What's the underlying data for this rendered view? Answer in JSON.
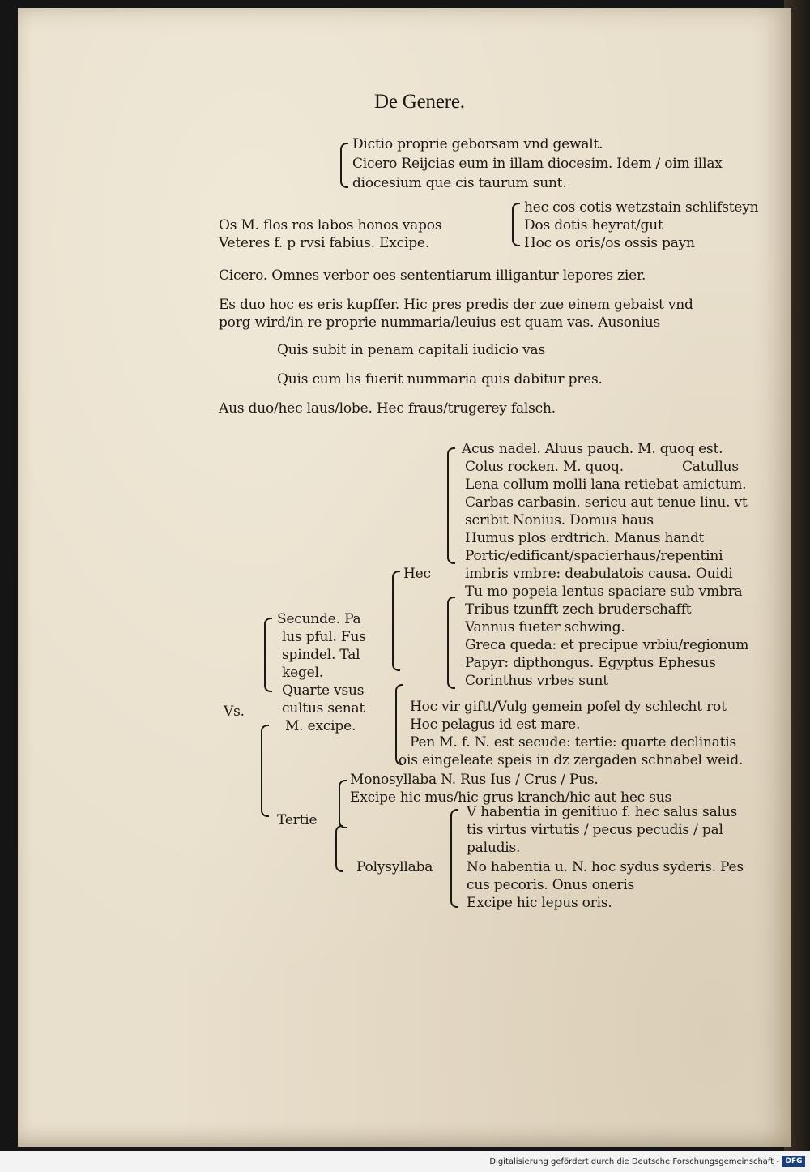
{
  "title": "De Genere.",
  "lines": [
    "Dictio proprie geborsam vnd gewalt.",
    "Cicero Reijcias eum in illam diocesim. Idem / oim illax",
    "diocesium que cis taurum sunt.",
    "hec cos cotis wetzstain schlifsteyn",
    "Os M. flos ros labos honos vapos",
    "Dos dotis heyrat/gut",
    "Veteres f. p rvsi fabius. Excipe.",
    "Hoc os oris/os ossis payn",
    "Cicero. Omnes verbor oes sententiarum illigantur lepores zier.",
    "Es duo hoc es eris kupffer. Hic pres predis der zue einem gebaist vnd",
    "porg wird/in re proprie nummaria/leuius est quam vas. Ausonius",
    "Quis subit in penam capitali iudicio vas",
    "Quis cum lis fuerit nummaria quis dabitur pres.",
    "Aus duo/hec laus/lobe. Hec fraus/trugerey falsch.",
    "Acus nadel. Aluus pauch. M. quoq est.",
    "Colus rocken. M. quoq.",
    "Catullus",
    "Lena collum molli lana retiebat amictum.",
    "Carbas carbasin. sericu aut tenue linu. vt",
    "scribit Nonius. Domus haus",
    "Humus plos erdtrich. Manus handt",
    "Portic/edificant/spacierhaus/repentini",
    "Hec",
    "imbris vmbre: deabulatois causa. Ouidi",
    "Tu mo popeia lentus spaciare sub vmbra",
    "Secunde. Pa",
    "Tribus tzunfft zech bruderschafft",
    "lus pful. Fus",
    "Vannus fueter schwing.",
    "spindel. Tal",
    "Greca queda: et precipue vrbiu/regionum",
    "Papyr: dipthongus. Egyptus Ephesus",
    "kegel.",
    "Corinthus vrbes sunt",
    "Quarte vsus",
    "Hoc vir giftt/Vulg gemein pofel dy schlecht rot",
    "Vs.",
    "cultus senat",
    "Hoc pelagus id est mare.",
    "M. excipe.",
    "Pen M. f. N. est secude: tertie: quarte declinatis",
    "ois eingeleate speis in dz zergaden schnabel weid.",
    "Monosyllaba N. Rus Ius / Crus / Pus.",
    "Excipe hic mus/hic grus kranch/hic aut hec sus",
    "Tertie",
    "V habentia in genitiuo f. hec salus salus",
    "tis virtus virtutis / pecus pecudis / pal",
    "paludis.",
    "Polysyllaba",
    "No habentia u. N. hoc sydus syderis. Pes",
    "cus pecoris. Onus oneris",
    "Excipe hic lepus oris."
  ],
  "footer": {
    "credit": "Digitalisierung gefördert durch die Deutsche Forschungsgemeinschaft -",
    "logo": "DFG"
  }
}
